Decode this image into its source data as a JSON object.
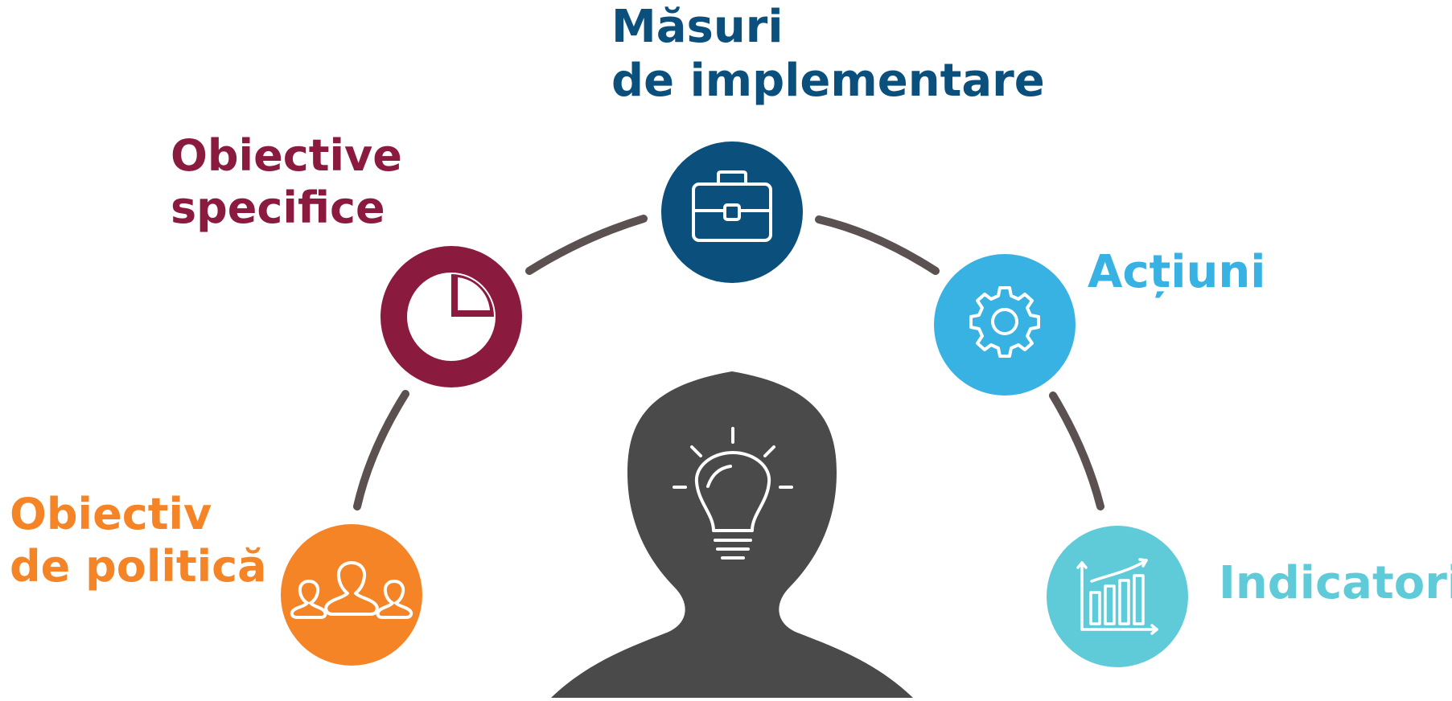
{
  "colors": {
    "masuri": "#0b4f7c",
    "obiective_specifice": "#8b1a3f",
    "actiuni": "#38b1e3",
    "obiectiv_politica": "#f58426",
    "indicatori": "#5fcbd8",
    "arc": "#5a5150",
    "head": "#4a4a4a",
    "icon_stroke": "#ffffff"
  },
  "nodes": {
    "masuri": {
      "line1": "Măsuri",
      "line2": "de implementare",
      "icon": "briefcase-icon"
    },
    "obiective_specifice": {
      "line1": "Obiective",
      "line2": "specifice",
      "icon": "pie-chart-icon"
    },
    "actiuni": {
      "line1": "Acțiuni",
      "icon": "gear-icon"
    },
    "obiectiv_politica": {
      "line1": "Obiectiv",
      "line2": "de politică",
      "icon": "people-group-icon"
    },
    "indicatori": {
      "line1": "Indicatori",
      "icon": "bar-chart-trend-icon"
    }
  },
  "center": {
    "icon": "head-lightbulb-icon"
  }
}
